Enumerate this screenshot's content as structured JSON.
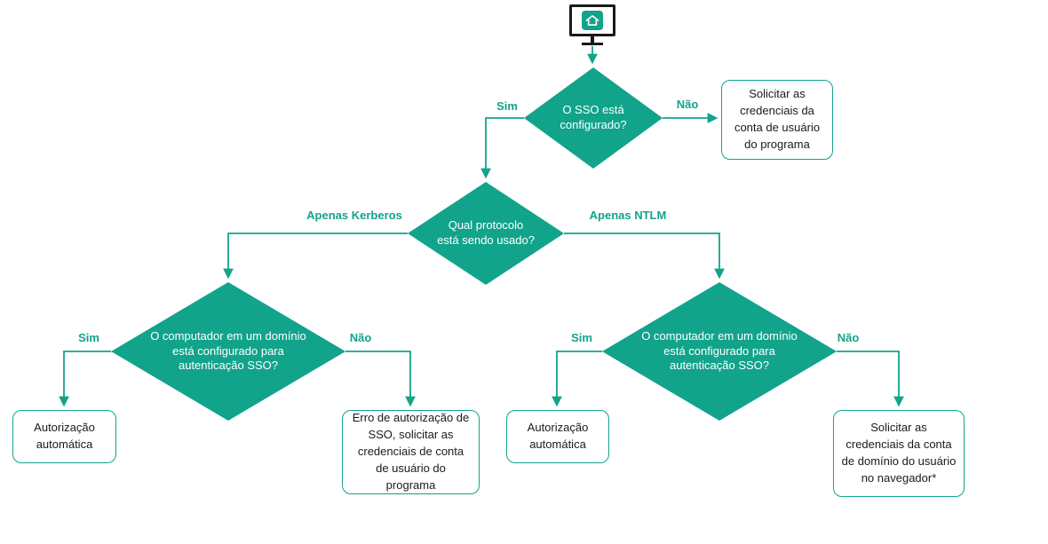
{
  "colors": {
    "accent": "#12a38b",
    "node_text": "#ffffff",
    "box_text": "#1a1a1a"
  },
  "start": {
    "icon": "monitor-home-icon"
  },
  "diamonds": {
    "sso_configured": "O SSO está configurado?",
    "protocol": "Qual protocolo está sendo usado?",
    "kerberos_domain": "O computador em um domínio está configurado para autenticação SSO?",
    "ntlm_domain": "O computador em um domínio está configurado para autenticação SSO?"
  },
  "boxes": {
    "request_program_credentials": "Solicitar as credenciais da conta de usuário do programa",
    "auto_auth_kerberos": "Autorização automática",
    "sso_error": "Erro de autorização de SSO, solicitar as credenciais de conta de usuário do programa",
    "auto_auth_ntlm": "Autorização automática",
    "request_browser_credentials": "Solicitar as credenciais da conta de domínio do usuário no navegador*"
  },
  "edge_labels": {
    "yes_top": "Sim",
    "no_top": "Não",
    "kerberos": "Apenas Kerberos",
    "ntlm": "Apenas NTLM",
    "yes_kerberos": "Sim",
    "no_kerberos": "Não",
    "yes_ntlm": "Sim",
    "no_ntlm": "Não"
  }
}
